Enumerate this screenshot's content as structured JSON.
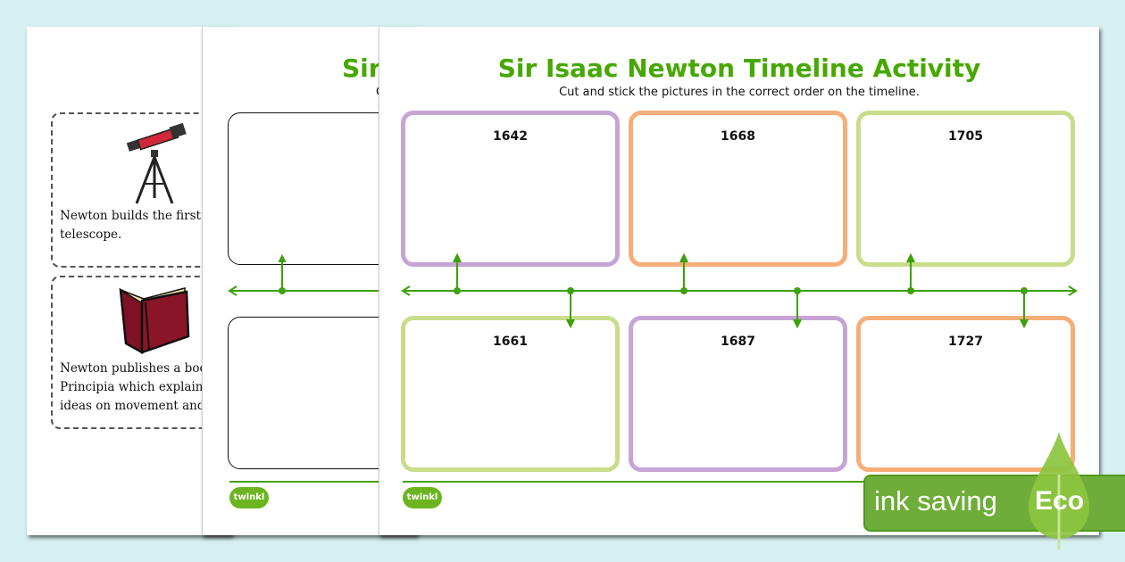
{
  "pages": {
    "cutout_page": {
      "cards": [
        {
          "icon": "telescope-icon",
          "text_lines": [
            "Newton builds the first",
            "telescope."
          ]
        },
        {
          "icon": "book-icon",
          "text_lines": [
            "Newton publishes a boo",
            "Principia which explain",
            "ideas on movement and"
          ]
        }
      ]
    },
    "bw_page": {
      "title_partial": "Sir",
      "subtitle_partial": "C",
      "logo": "twinkl"
    },
    "color_page": {
      "title": "Sir Isaac Newton Timeline Activity",
      "subtitle": "Cut and stick the pictures in the correct order on the timeline.",
      "top_boxes": [
        {
          "year": "1642",
          "color": "#c6a4d6"
        },
        {
          "year": "1668",
          "color": "#f7ad78"
        },
        {
          "year": "1705",
          "color": "#c8dd8a"
        }
      ],
      "bottom_boxes": [
        {
          "year": "1661",
          "color": "#c8dd8a"
        },
        {
          "year": "1687",
          "color": "#c6a4d6"
        },
        {
          "year": "1727",
          "color": "#f7ad78"
        }
      ],
      "timeline_color": "#3ea10a",
      "logo": "twinkl"
    }
  },
  "badge": {
    "text": "ink saving",
    "label": "Eco",
    "color": "#6fad3a"
  }
}
